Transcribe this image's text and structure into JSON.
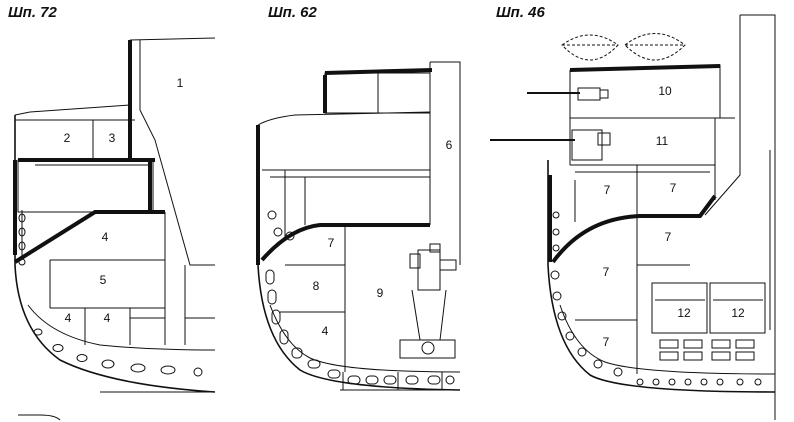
{
  "titles": {
    "frame72": "Шп. 72",
    "frame62": "Шп. 62",
    "frame46": "Шп. 46"
  },
  "labels": {
    "c1": "1",
    "c2": "2",
    "c3": "3",
    "c4a": "4",
    "c4b": "4",
    "c4c": "4",
    "c4d": "4",
    "c5": "5",
    "c6": "6",
    "c7a": "7",
    "c7b": "7",
    "c7c": "7",
    "c7d": "7",
    "c7e": "7",
    "c7f": "7",
    "c8": "8",
    "c9": "9",
    "c10": "10",
    "c11": "11",
    "c12a": "12",
    "c12b": "12"
  }
}
